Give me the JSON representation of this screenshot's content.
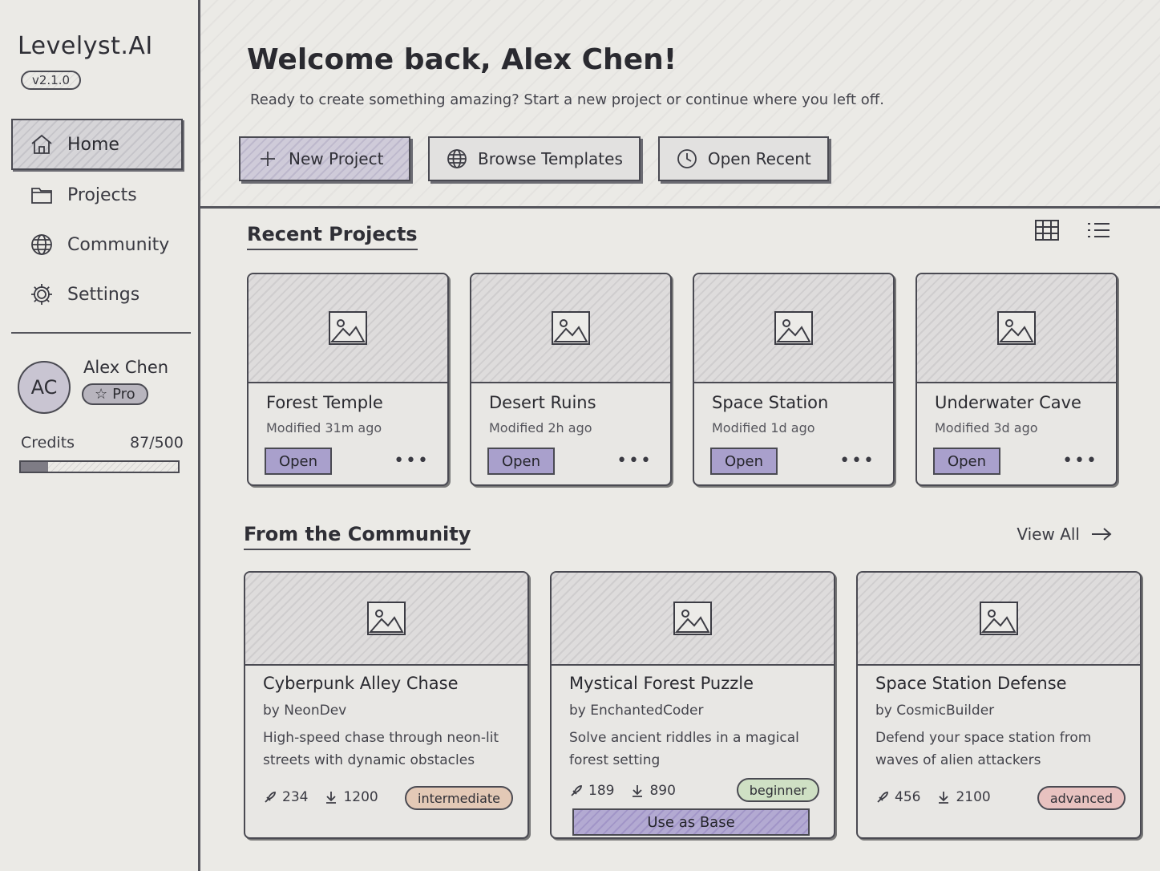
{
  "app": {
    "name": "Levelyst.AI",
    "version": "v2.1.0"
  },
  "nav": [
    {
      "label": "Home",
      "icon": "home-icon",
      "active": true
    },
    {
      "label": "Projects",
      "icon": "folder-icon",
      "active": false
    },
    {
      "label": "Community",
      "icon": "globe-icon",
      "active": false
    },
    {
      "label": "Settings",
      "icon": "gear-icon",
      "active": false
    }
  ],
  "user": {
    "initials": "AC",
    "name": "Alex Chen",
    "plan": "Pro"
  },
  "credits": {
    "label": "Credits",
    "value": "87/500",
    "used": 87,
    "total": 500
  },
  "hero": {
    "title": "Welcome back, Alex Chen!",
    "subtitle": "Ready to create something amazing? Start a new project or continue where you left off.",
    "actions": [
      "New Project",
      "Browse Templates",
      "Open Recent"
    ]
  },
  "recent": {
    "title": "Recent Projects",
    "open_label": "Open",
    "more_label": "•••",
    "projects": [
      {
        "title": "Forest Temple",
        "modified": "Modified 31m ago"
      },
      {
        "title": "Desert Ruins",
        "modified": "Modified 2h ago"
      },
      {
        "title": "Space Station",
        "modified": "Modified 1d ago"
      },
      {
        "title": "Underwater Cave",
        "modified": "Modified 3d ago"
      }
    ]
  },
  "community": {
    "title": "From the Community",
    "view_all": "View All",
    "use_as_base": "Use as Base",
    "cards": [
      {
        "title": "Cyberpunk Alley Chase",
        "author": "by NeonDev",
        "description": "High-speed chase through neon-lit streets with dynamic obstacles",
        "likes": "234",
        "downloads": "1200",
        "level": "intermediate",
        "level_color": "#e3c9b6"
      },
      {
        "title": "Mystical Forest Puzzle",
        "author": "by EnchantedCoder",
        "description": "Solve ancient riddles in a magical forest setting",
        "likes": "189",
        "downloads": "890",
        "level": "beginner",
        "level_color": "#cfe0c4"
      },
      {
        "title": "Space Station Defense",
        "author": "by CosmicBuilder",
        "description": "Defend your space station from waves of alien attackers",
        "likes": "456",
        "downloads": "2100",
        "level": "advanced",
        "level_color": "#e8c2c0"
      }
    ]
  }
}
